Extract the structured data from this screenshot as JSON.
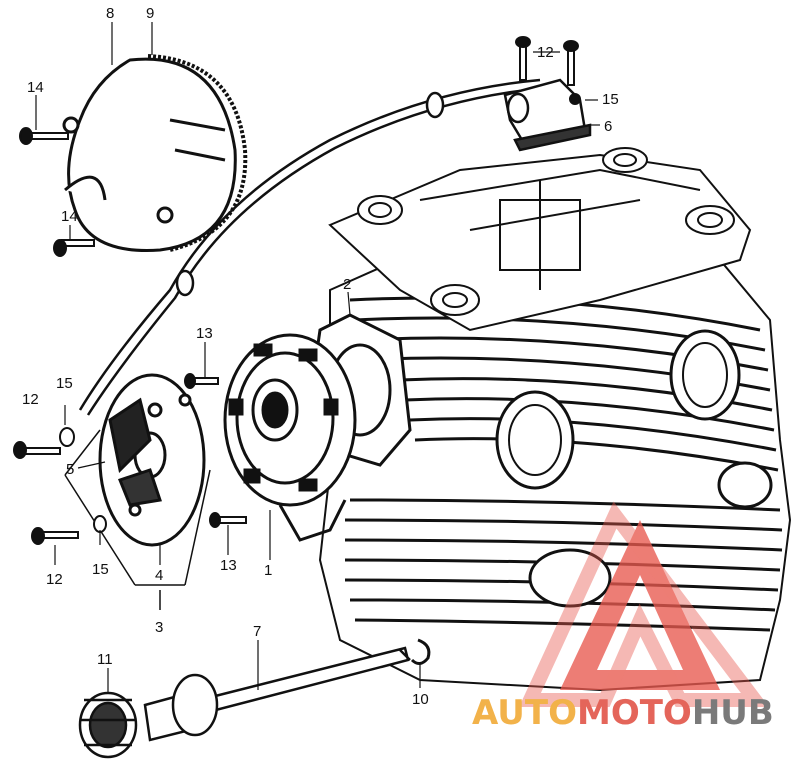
{
  "diagram": {
    "callouts": [
      "1",
      "2",
      "3",
      "4",
      "5",
      "6",
      "7",
      "8",
      "9",
      "10",
      "11",
      "12",
      "12",
      "12",
      "13",
      "13",
      "14",
      "14",
      "15",
      "15",
      "15"
    ]
  },
  "labels": {
    "l1": "1",
    "l2": "2",
    "l3": "3",
    "l4": "4",
    "l5": "5",
    "l6": "6",
    "l7": "7",
    "l8": "8",
    "l9": "9",
    "l10": "10",
    "l11": "11",
    "l12a": "12",
    "l12b": "12",
    "l12c": "12",
    "l13a": "13",
    "l13b": "13",
    "l14a": "14",
    "l14b": "14",
    "l15a": "15",
    "l15b": "15",
    "l15c": "15"
  },
  "watermark": {
    "part1": "AUTO",
    "part2": "MOTO",
    "part3": "HUB",
    "colors": {
      "auto": "#f2b24a",
      "moto": "#e4655a",
      "hub": "#7a7a7a",
      "logo": "#e8594f"
    }
  }
}
